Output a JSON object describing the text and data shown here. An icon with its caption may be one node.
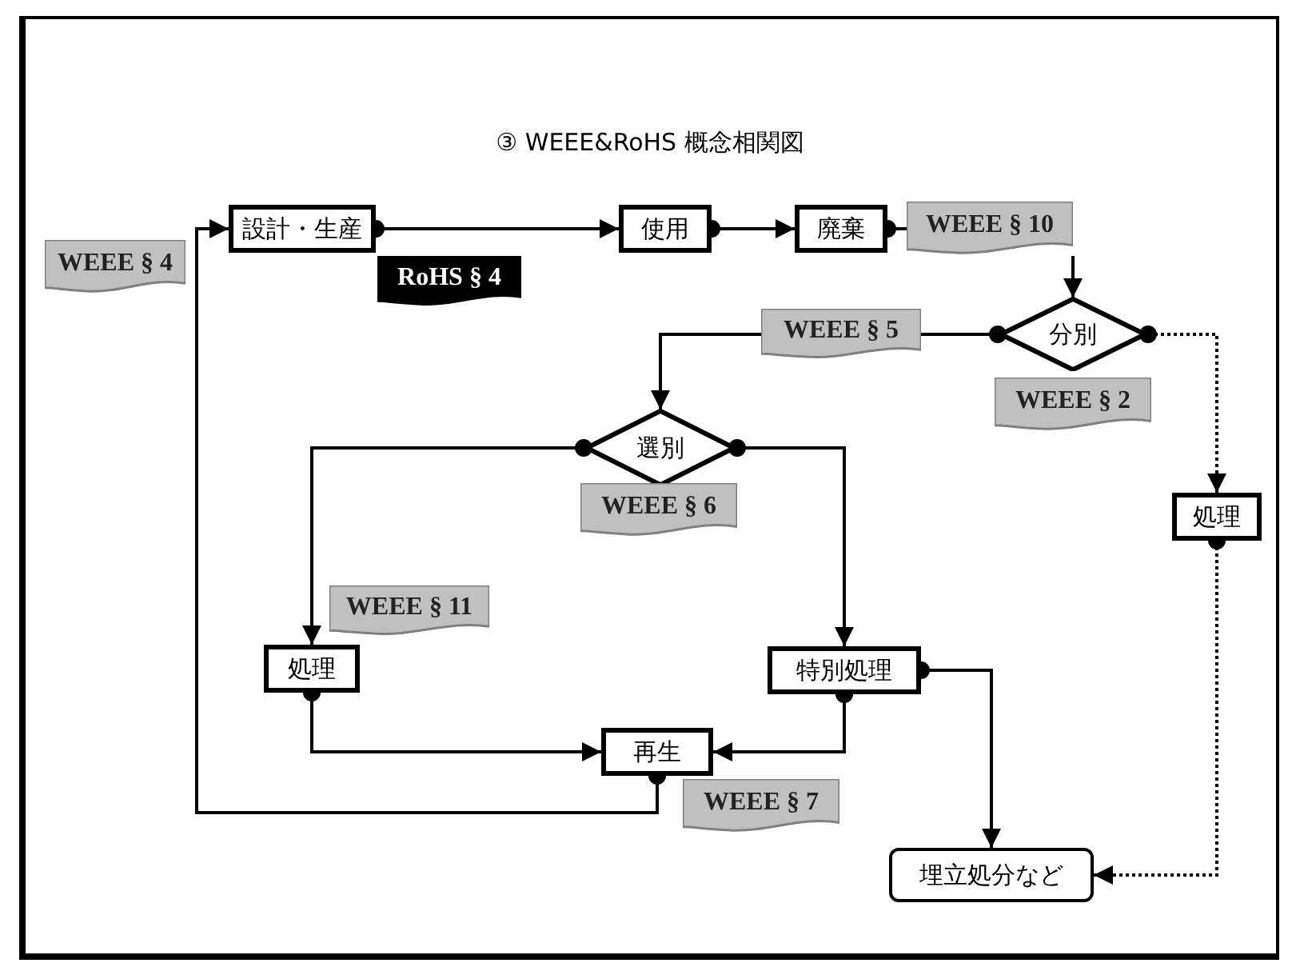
{
  "diagram": {
    "title": "③ WEEE&RoHS 概念相関図",
    "nodes": [
      {
        "text": [
          "設計・生産"
        ]
      },
      {
        "text": [
          "WEEE § 4"
        ]
      },
      {
        "text": [
          "RoHS § 4"
        ]
      },
      {
        "text": [
          "使用"
        ]
      },
      {
        "text": [
          "廃棄"
        ]
      },
      {
        "text": [
          "WEEE § 10"
        ]
      },
      {
        "text": [
          "分別"
        ]
      },
      {
        "text": [
          "WEEE § 5"
        ]
      },
      {
        "text": [
          "WEEE § 2"
        ]
      },
      {
        "text": [
          "選別"
        ]
      },
      {
        "text": [
          "WEEE § 6"
        ]
      },
      {
        "text": [
          "処理"
        ]
      },
      {
        "text": [
          "WEEE § 11"
        ]
      },
      {
        "text": [
          "処理"
        ]
      },
      {
        "text": [
          "特別処理"
        ]
      },
      {
        "text": [
          "再生"
        ]
      },
      {
        "text": [
          "WEEE § 7"
        ]
      },
      {
        "text": [
          "埋立処分など"
        ]
      }
    ],
    "edges": [
      {
        "from": 0,
        "to": 3,
        "arrow": "to"
      },
      {
        "from": 3,
        "to": 4,
        "arrow": "to"
      },
      {
        "from": 4,
        "to": 5,
        "arrow": "other"
      },
      {
        "from": 5,
        "to": 6,
        "arrow": "to"
      },
      {
        "from": 6,
        "to": 7,
        "arrow": "other"
      },
      {
        "from": 7,
        "to": 9,
        "arrow": "to"
      },
      {
        "from": 6,
        "to": 11,
        "arrow": "to",
        "style": "dashed"
      },
      {
        "from": 9,
        "to": 13,
        "arrow": "to"
      },
      {
        "from": 9,
        "to": 14,
        "arrow": "to"
      },
      {
        "from": 13,
        "to": 15,
        "arrow": "to"
      },
      {
        "from": 14,
        "to": 15,
        "arrow": "to"
      },
      {
        "from": 14,
        "to": 17,
        "arrow": "to"
      },
      {
        "from": 11,
        "to": 17,
        "arrow": "to",
        "style": "dashed"
      },
      {
        "from": 15,
        "to": 0,
        "arrow": "to"
      }
    ]
  }
}
